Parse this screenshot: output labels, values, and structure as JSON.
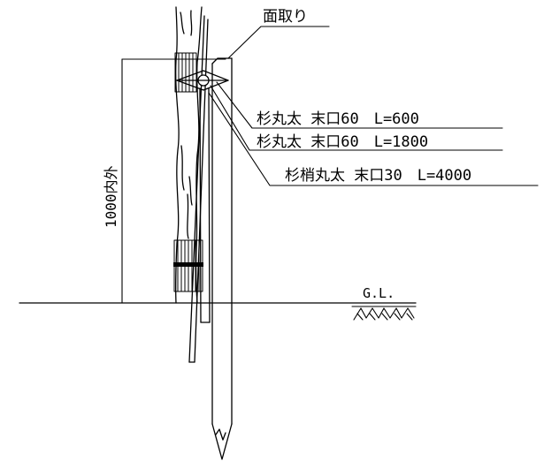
{
  "labels": {
    "chamfer": "面取り",
    "post_a": "杉丸太 末口60　L=600",
    "post_b": "杉丸太 末口60　L=1800",
    "post_c": "杉梢丸太 末口30　L=4000",
    "ground": "G.L.",
    "height": "1000内外"
  },
  "colors": {
    "line": "#000000",
    "background": "#ffffff"
  }
}
